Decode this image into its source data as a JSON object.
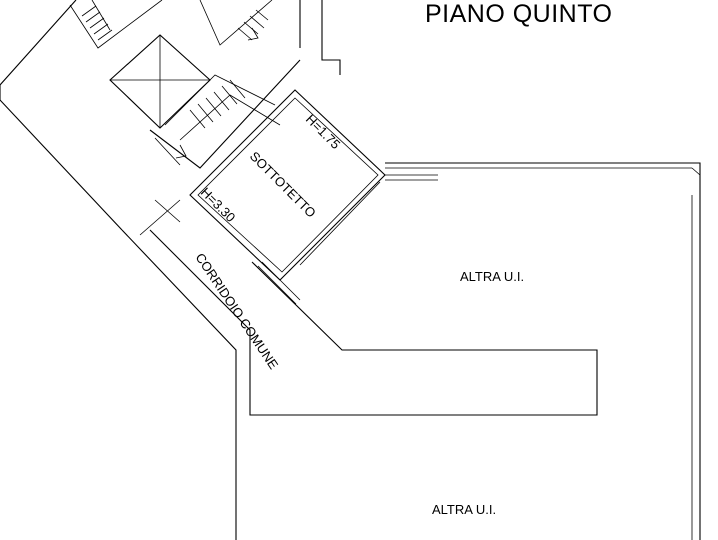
{
  "floor_title": "PIANO QUINTO",
  "rooms": {
    "attic": "SOTTOTETTO",
    "corridor": "CORRIDOIO COMUNE",
    "other_unit_upper": "ALTRA U.I.",
    "other_unit_lower": "ALTRA U.I."
  },
  "heights": {
    "attic_low": "H=1.75",
    "attic_high": "H=3.30"
  }
}
